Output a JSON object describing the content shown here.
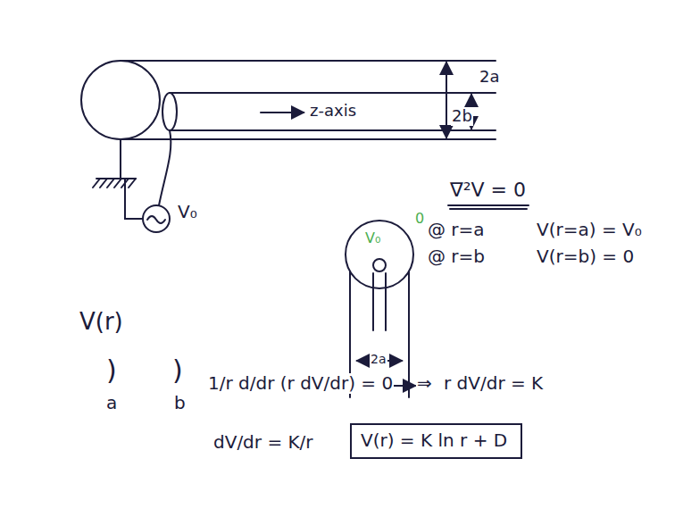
{
  "diagram": {
    "nodes": [
      {
        "text": [
          "V(r) = K ln r + D"
        ]
      }
    ],
    "labels": [
      "z-axis",
      "2a",
      "2b",
      "V₀",
      "∇²V = 0",
      "@ r=a",
      "V(r=a) = V₀",
      "@ r=b",
      "V(r=b) = 0",
      "V₀",
      "0",
      "2a",
      "2b",
      "V(r)",
      ")",
      ")",
      "a",
      "b",
      "1/r d/dr (r dV/dr) = 0",
      "⇒",
      "r dV/dr = K",
      "dV/dr = K/r"
    ]
  }
}
